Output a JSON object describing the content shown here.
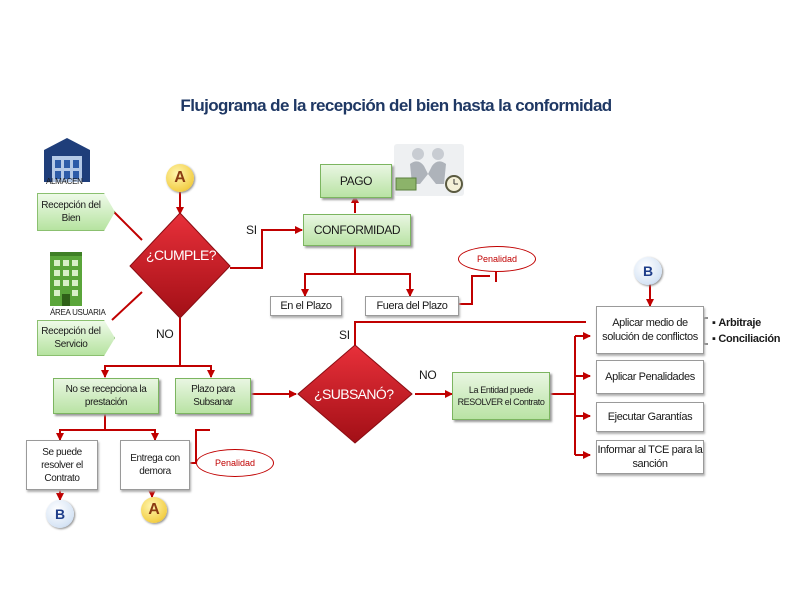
{
  "title": "Flujograma de la recepción del bien hasta la conformidad",
  "almacen": {
    "label": "ALMACEN",
    "step": "Recepción del Bien"
  },
  "area_usuaria": {
    "label": "ÁREA USUARIA",
    "step": "Recepción del Servicio"
  },
  "connectors": {
    "a": "A",
    "b": "B"
  },
  "decision_cumple": {
    "text": "¿CUMPLE?",
    "yes": "SI",
    "no": "NO"
  },
  "decision_subsano": {
    "text": "¿SUBSANÓ?",
    "yes": "SI",
    "no": "NO"
  },
  "pago": "PAGO",
  "conformidad": "CONFORMIDAD",
  "penalidad": "Penalidad",
  "en_plazo": "En el Plazo",
  "fuera_plazo": "Fuera del Plazo",
  "no_recepciona": "No se recepciona la prestación",
  "plazo_subsanar": "Plazo para Subsanar",
  "resolver_contrato": "Se puede resolver el Contrato",
  "entrega_demora": "Entrega con demora",
  "entidad_resolver": "La Entidad puede RESOLVER el Contrato",
  "acciones": [
    "Aplicar medio de solución de conflictos",
    "Aplicar Penalidades",
    "Ejecutar Garantías",
    "Informar al TCE para la sanción"
  ],
  "conflictos": [
    "Arbitraje",
    "Conciliación"
  ],
  "colors": {
    "red": "#c00000",
    "diamond": "#c0141c",
    "green": "#b9e3a4",
    "navy": "#1f3864"
  },
  "icons": [
    "warehouse-icon",
    "building-icon",
    "handshake-money-icon"
  ]
}
